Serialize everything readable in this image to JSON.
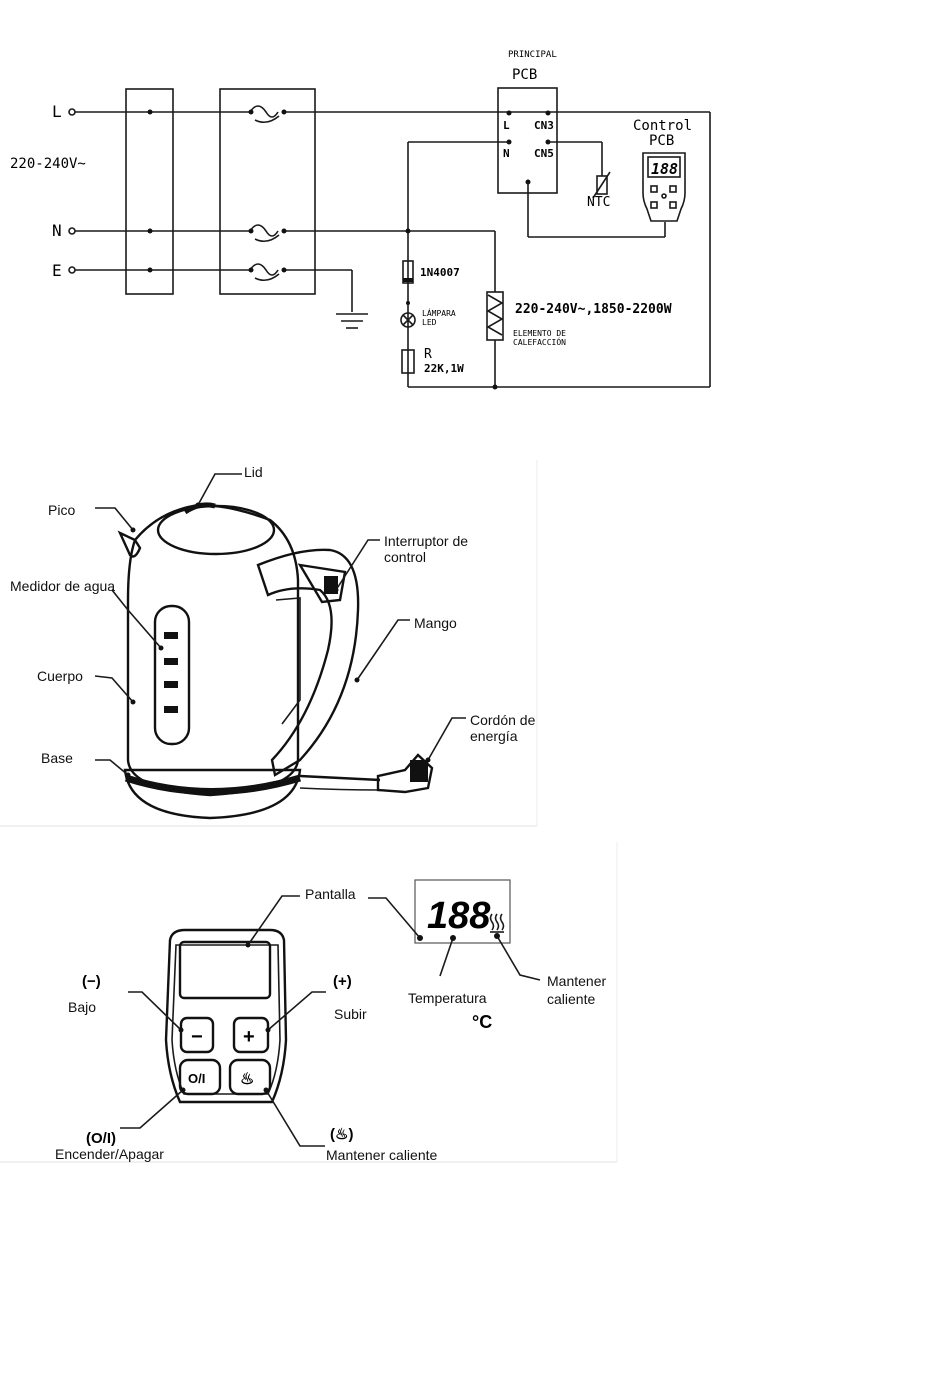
{
  "circuit": {
    "principal_label": "PRINCIPAL",
    "pcb_label": "PCB",
    "terminal_l": "L",
    "terminal_n": "N",
    "terminal_e": "E",
    "voltage_label": "220-240V~",
    "pcb_pin_l": "L",
    "pcb_pin_n": "N",
    "pcb_pin_cn3": "CN3",
    "pcb_pin_cn5": "CN5",
    "control_label": "Control",
    "control_pcb_label": "PCB",
    "control_display": "188",
    "ntc_label": "NTC",
    "diode_label": "1N4007",
    "lamp_label_1": "LÁMPARA",
    "lamp_label_2": "LED",
    "resistor_label": "R",
    "resistor_value": "22K,1W",
    "heater_rating": "220-240V~,1850-2200W",
    "heater_label_1": "ELEMENTO DE",
    "heater_label_2": "CALEFACCIÓN"
  },
  "kettle": {
    "lid": "Lid",
    "spout": "Pico",
    "water_meter": "Medidor de agua",
    "body": "Cuerpo",
    "base": "Base",
    "control_switch_1": "Interruptor de",
    "control_switch_2": "control",
    "handle": "Mango",
    "cord_1": "Cordón de",
    "cord_2": "energía"
  },
  "panel": {
    "screen": "Pantalla",
    "display_digits": "188",
    "low_symbol": "(−)",
    "low_label": "Bajo",
    "up_symbol": "(+)",
    "up_label": "Subir",
    "minus_btn": "−",
    "plus_btn": "+",
    "power_btn": "O/I",
    "keepwarm_btn": "♨",
    "temperature_label": "Temperatura",
    "celsius": "°C",
    "keep_warm_1": "Mantener",
    "keep_warm_2": "caliente",
    "power_symbol": "(O/I)",
    "power_label": "Encender/Apagar",
    "keepwarm_symbol": "(♨)",
    "keepwarm_label": "Mantener caliente"
  }
}
